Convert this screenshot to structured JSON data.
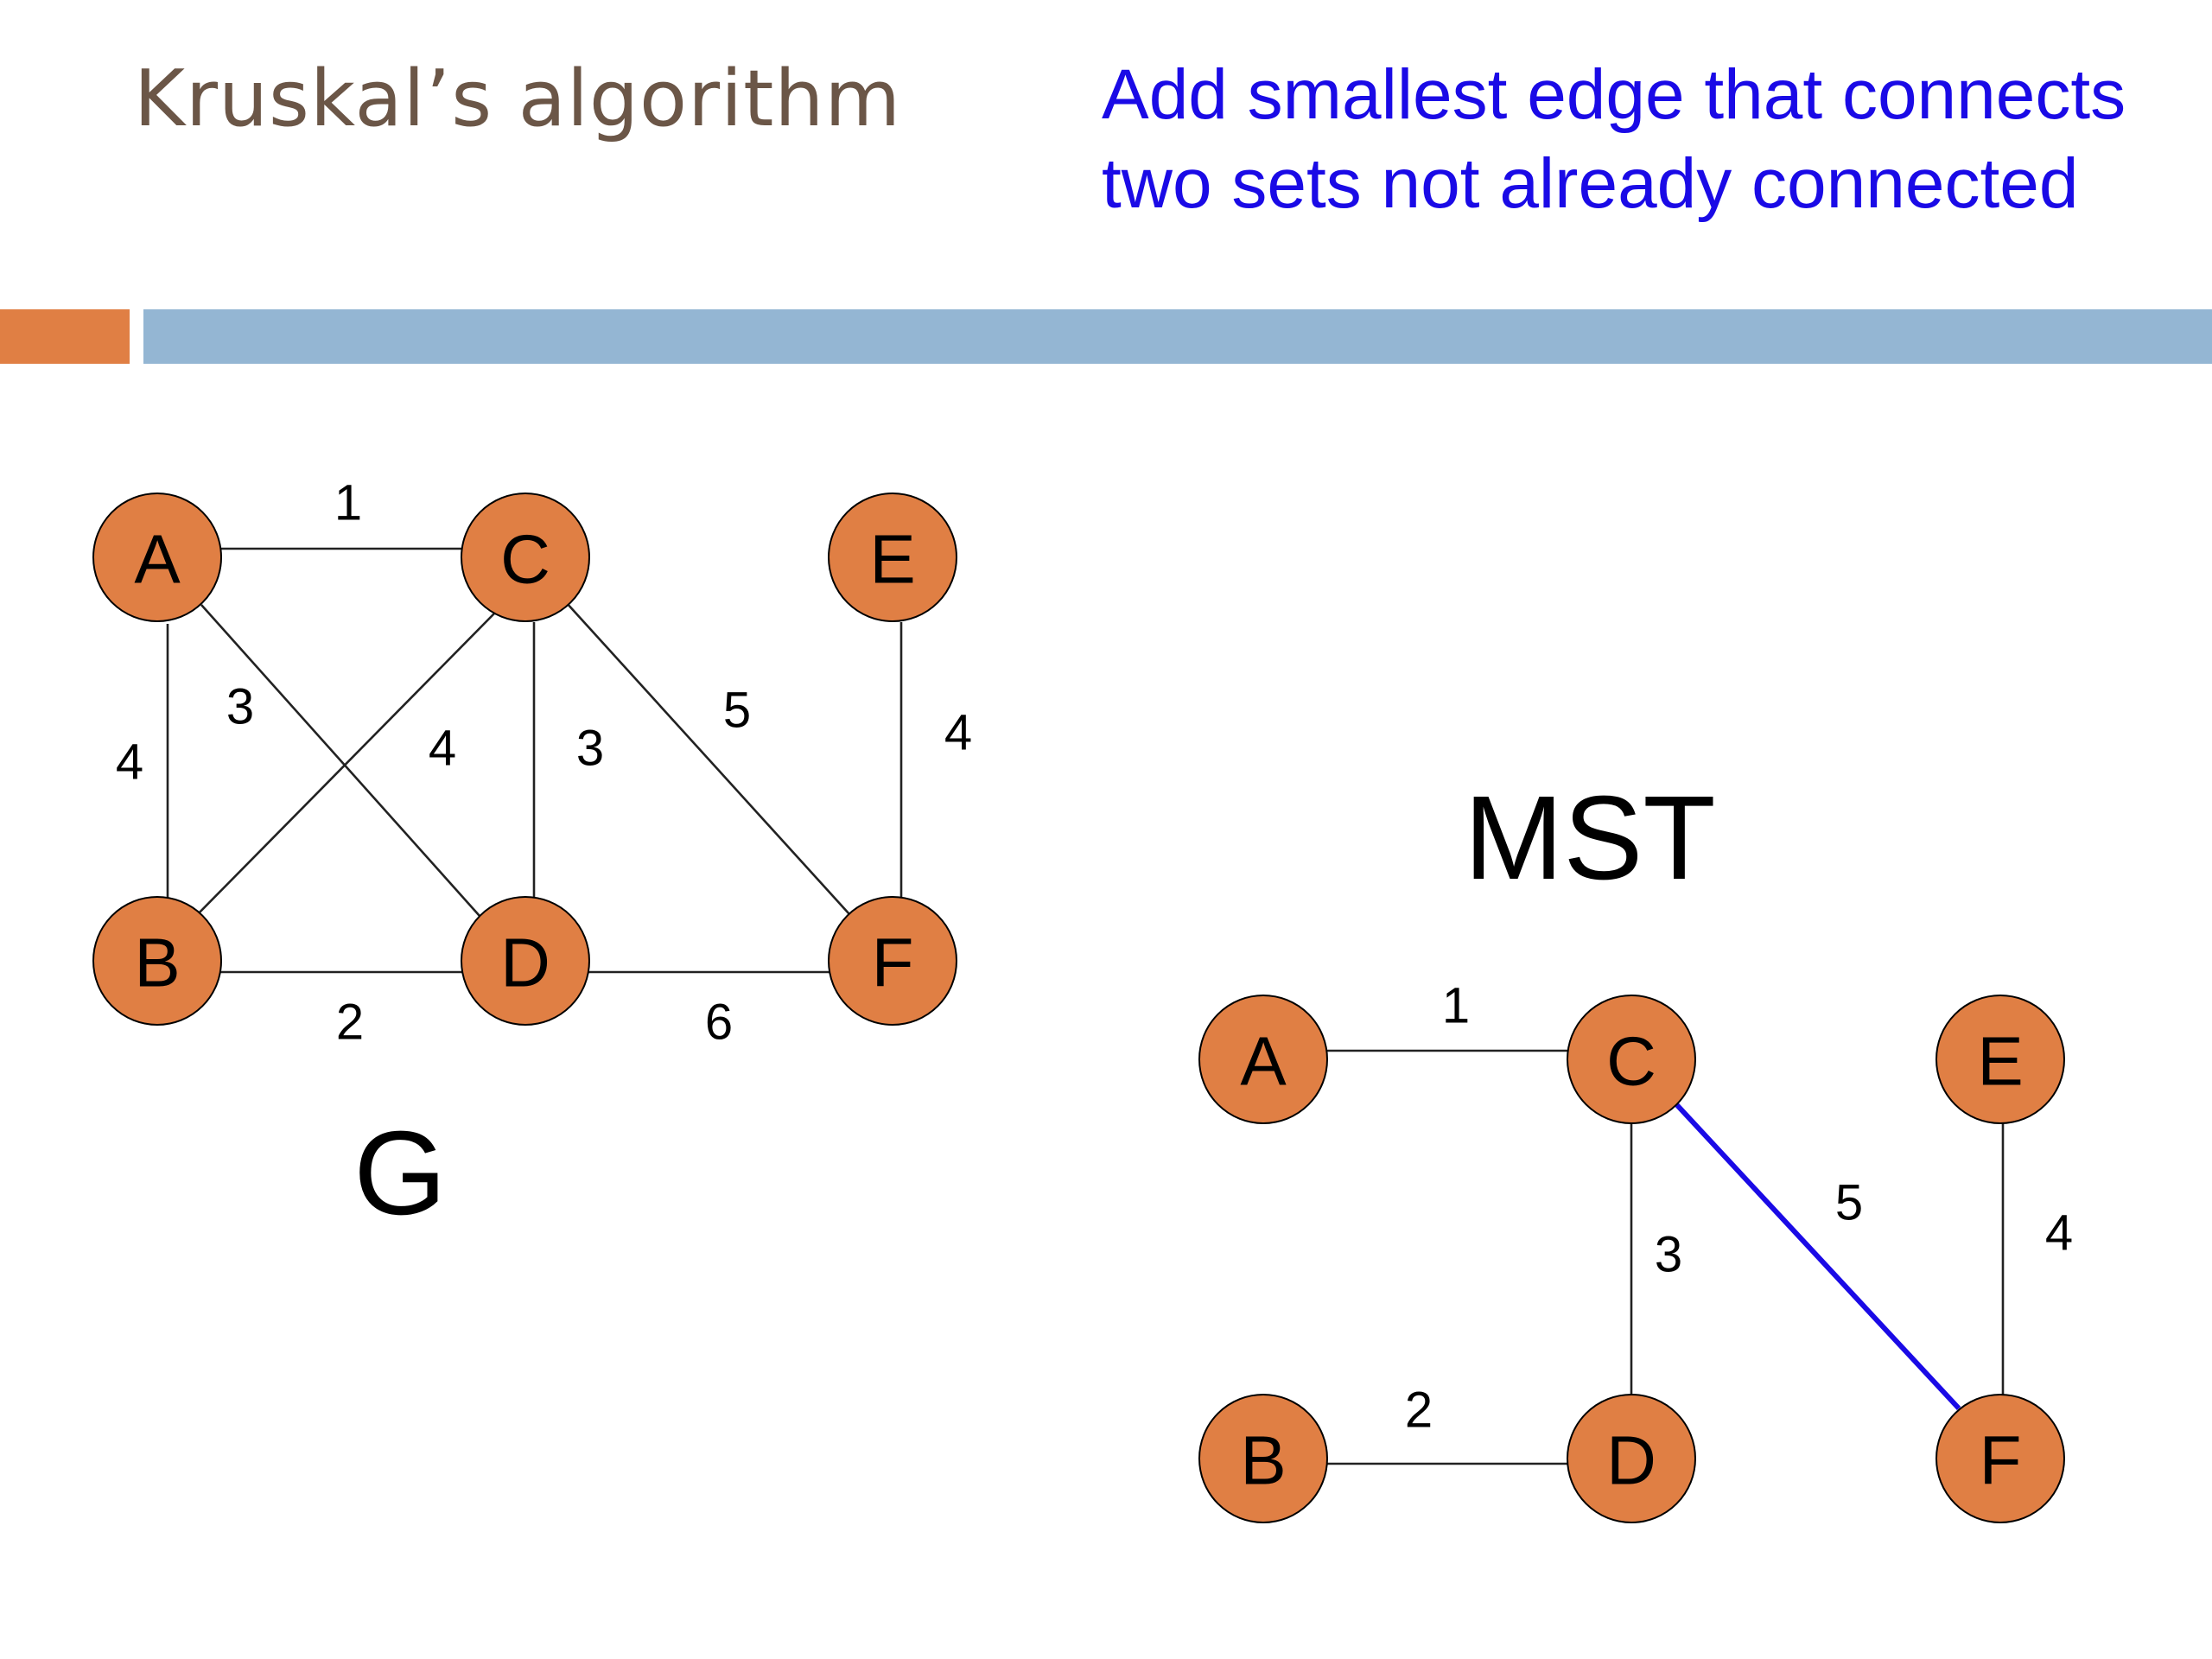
{
  "slide": {
    "title": "Kruskal’s algorithm",
    "subtitle_lines": [
      "Add smallest edge that connects",
      "two sets not already connected"
    ]
  },
  "colors": {
    "title": "#6b5647",
    "subtitle": "#1a0ae6",
    "node_fill": "#e07f44",
    "highlight_edge": "#1a0ae6",
    "bar_orange": "#e07f44",
    "bar_blue": "#94b6d3"
  },
  "graphs": [
    {
      "id": "g",
      "caption": "G",
      "nodes": [
        "A",
        "C",
        "E",
        "B",
        "D",
        "F"
      ],
      "edges": [
        {
          "from": "A",
          "to": "C",
          "weight": "1",
          "highlight": false
        },
        {
          "from": "A",
          "to": "B",
          "weight": "4",
          "highlight": false
        },
        {
          "from": "A",
          "to": "D",
          "weight": "3",
          "highlight": false
        },
        {
          "from": "C",
          "to": "B",
          "weight": "4",
          "highlight": false
        },
        {
          "from": "C",
          "to": "D",
          "weight": "3",
          "highlight": false
        },
        {
          "from": "C",
          "to": "F",
          "weight": "5",
          "highlight": false
        },
        {
          "from": "E",
          "to": "F",
          "weight": "4",
          "highlight": false
        },
        {
          "from": "B",
          "to": "D",
          "weight": "2",
          "highlight": false
        },
        {
          "from": "D",
          "to": "F",
          "weight": "6",
          "highlight": false
        }
      ]
    },
    {
      "id": "mst",
      "caption": "MST",
      "nodes": [
        "A",
        "C",
        "E",
        "B",
        "D",
        "F"
      ],
      "edges": [
        {
          "from": "A",
          "to": "C",
          "weight": "1",
          "highlight": false
        },
        {
          "from": "C",
          "to": "D",
          "weight": "3",
          "highlight": false
        },
        {
          "from": "C",
          "to": "F",
          "weight": "5",
          "highlight": true
        },
        {
          "from": "E",
          "to": "F",
          "weight": "4",
          "highlight": false
        },
        {
          "from": "B",
          "to": "D",
          "weight": "2",
          "highlight": false
        }
      ]
    }
  ]
}
